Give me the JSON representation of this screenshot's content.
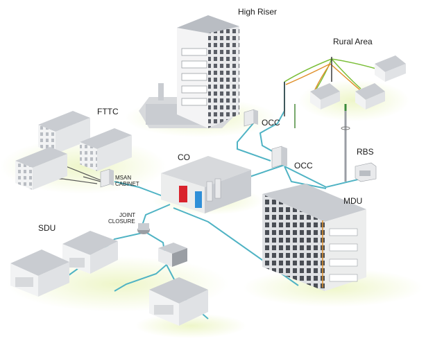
{
  "diagram": {
    "labels": {
      "high_riser": "High Riser",
      "rural_area": "Rural Area",
      "fttc": "FTTC",
      "occ_top": "OCC",
      "occ_mid": "OCC",
      "co": "CO",
      "rbs": "RBS",
      "msan_cabinet_line1": "MSAN",
      "msan_cabinet_line2": "CABINET",
      "mdu": "MDU",
      "joint_closure_line1": "JOINT",
      "joint_closure_line2": "CLOSURE",
      "sdu": "SDU"
    },
    "colors": {
      "fiber_cable": "#4fb3c4",
      "copper_cable": "#555555",
      "aerial_cable_green": "#7cbf3a",
      "aerial_cable_orange": "#e0902a",
      "building_body": "#e9eaec",
      "building_shadow": "#9a9ea4",
      "roof_gray": "#c9ccd1",
      "window_dark": "#4a4e55",
      "co_red": "#d9232d",
      "co_blue": "#2f8fd8",
      "ground_glow": "#eef6c9"
    }
  }
}
